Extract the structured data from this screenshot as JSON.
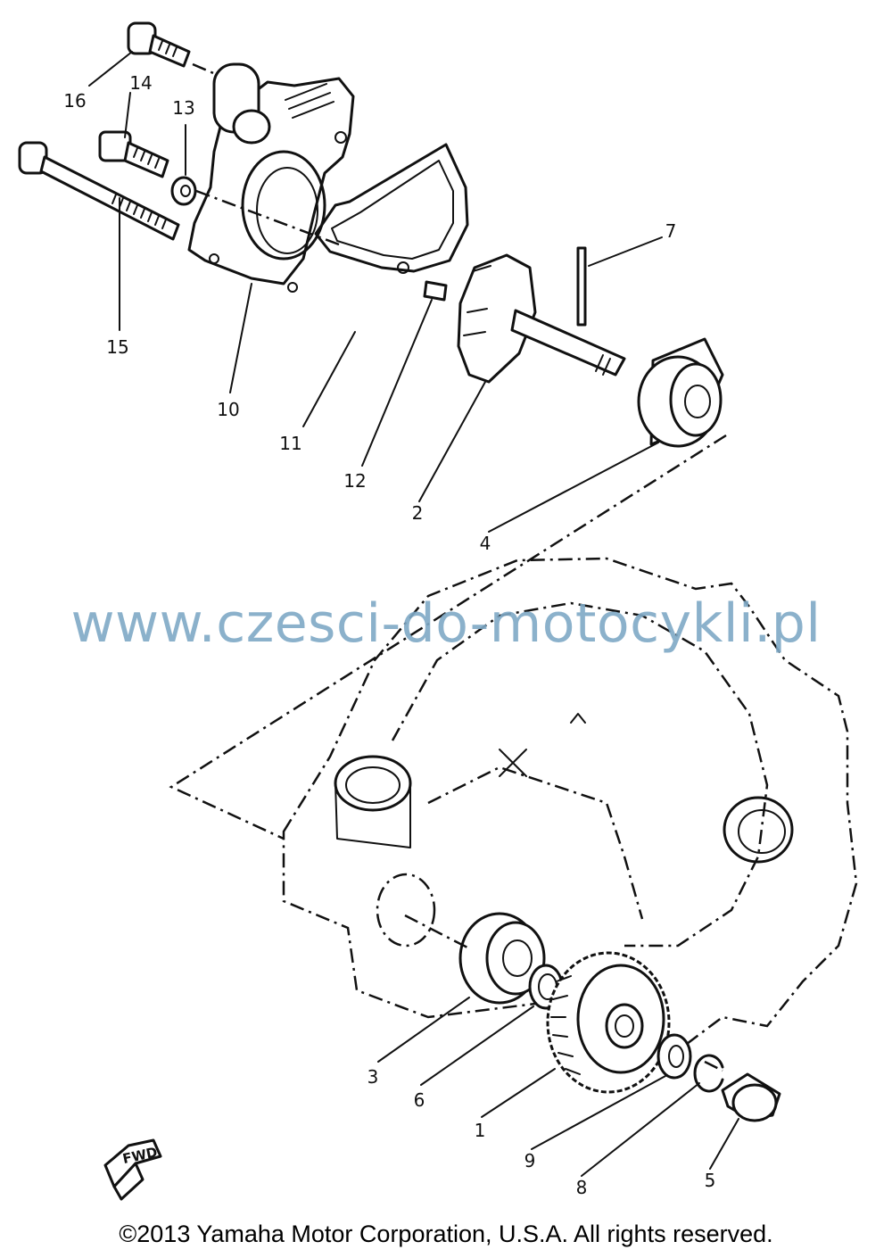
{
  "diagram": {
    "callouts": [
      {
        "id": "c16",
        "label": "16"
      },
      {
        "id": "c14",
        "label": "14"
      },
      {
        "id": "c13",
        "label": "13"
      },
      {
        "id": "c15",
        "label": "15"
      },
      {
        "id": "c10",
        "label": "10"
      },
      {
        "id": "c11",
        "label": "11"
      },
      {
        "id": "c12",
        "label": "12"
      },
      {
        "id": "c7",
        "label": "7"
      },
      {
        "id": "c2",
        "label": "2"
      },
      {
        "id": "c4",
        "label": "4"
      },
      {
        "id": "c3",
        "label": "3"
      },
      {
        "id": "c6",
        "label": "6"
      },
      {
        "id": "c1",
        "label": "1"
      },
      {
        "id": "c9",
        "label": "9"
      },
      {
        "id": "c8",
        "label": "8"
      },
      {
        "id": "c5",
        "label": "5"
      }
    ],
    "fwd_label": "FWD"
  },
  "watermark": "www.czesci-do-motocykli.pl",
  "copyright": "©2013 Yamaha Motor Corporation, U.S.A. All rights reserved."
}
